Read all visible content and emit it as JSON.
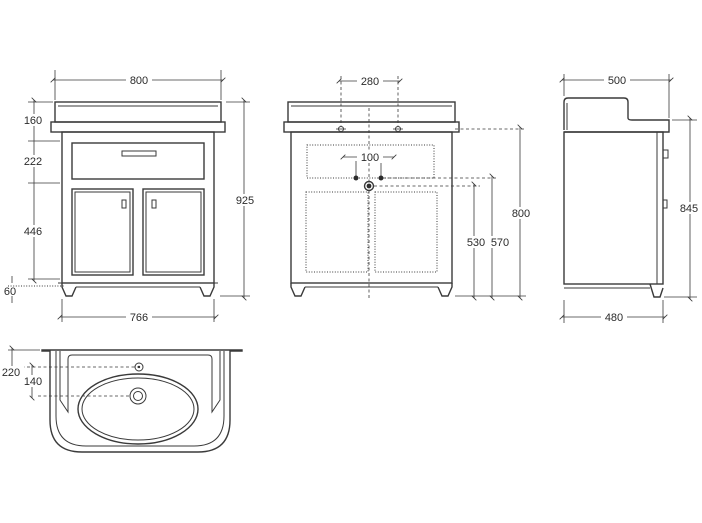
{
  "front_view": {
    "width_top": "800",
    "width_bottom": "766",
    "height_total": "925",
    "basin_height": "160",
    "drawer_height": "222",
    "door_height": "446",
    "leg_height": "60"
  },
  "back_view": {
    "tap_spacing": "280",
    "pipe_spacing": "100",
    "height_basin_top": "800",
    "height_pipe": "570",
    "height_drain": "530"
  },
  "side_view": {
    "depth_top": "500",
    "depth_bottom": "480",
    "height_total": "845"
  },
  "top_view": {
    "tap_offset": "220",
    "drain_offset": "140"
  }
}
